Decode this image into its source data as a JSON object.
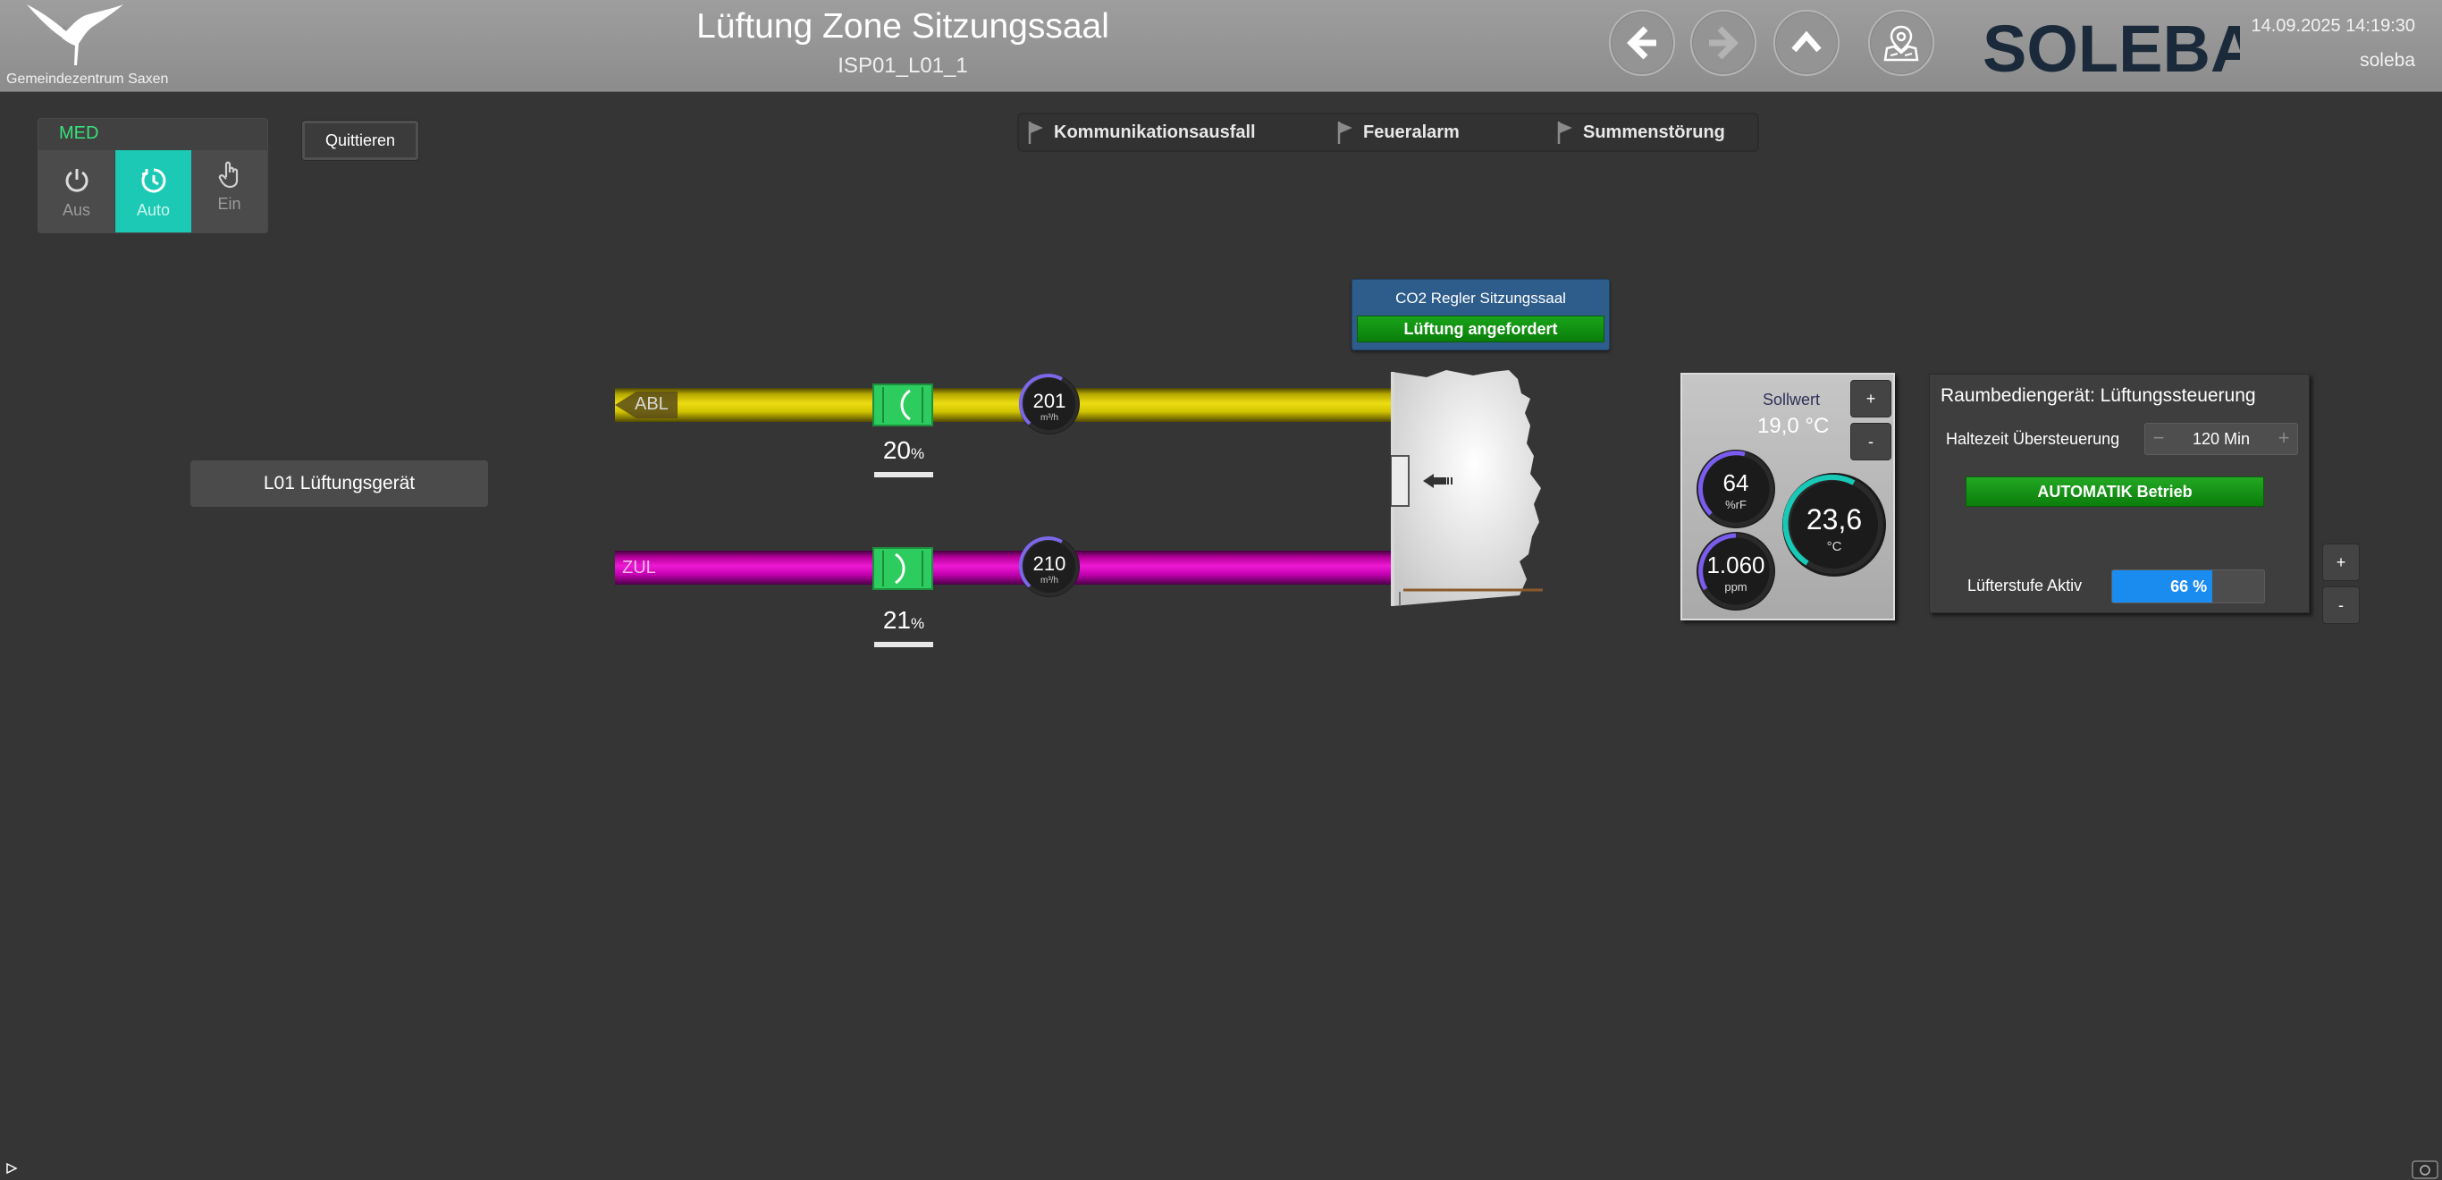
{
  "header": {
    "site_name": "Gemeindezentrum Saxen",
    "title": "Lüftung Zone Sitzungssaal",
    "subtitle": "ISP01_L01_1",
    "brand": "SOLEBA",
    "datetime": "14.09.2025 14:19:30",
    "user": "soleba",
    "nav_icons": [
      "arrow-left-icon",
      "arrow-right-icon",
      "chevron-up-icon",
      "map-pin-icon"
    ]
  },
  "mode_panel": {
    "label": "MED",
    "label_color": "#37e27c",
    "active": "Auto",
    "buttons": [
      {
        "label": "Aus",
        "icon": "power-icon"
      },
      {
        "label": "Auto",
        "icon": "auto-clock-icon"
      },
      {
        "label": "Ein",
        "icon": "hand-icon"
      }
    ]
  },
  "quit_button": "Quittieren",
  "alarms": [
    "Kommunikationsausfall",
    "Feueralarm",
    "Summenstörung"
  ],
  "device_button": "L01 Lüftungsgerät",
  "ducts": {
    "abl": {
      "label": "ABL",
      "color": "#ecdc12",
      "damper_value": "20",
      "damper_unit": "%",
      "flow_value": "201",
      "flow_unit": "m³/h"
    },
    "zul": {
      "label": "ZUL",
      "color": "#ee1ad4",
      "damper_value": "21",
      "damper_unit": "%",
      "flow_value": "210",
      "flow_unit": "m³/h"
    }
  },
  "co2_controller": {
    "title": "CO2 Regler Sitzungssaal",
    "status": "Lüftung angefordert"
  },
  "setpoint_panel": {
    "label": "Sollwert",
    "value": "19,0 °C",
    "plus": "+",
    "minus": "-",
    "humidity": {
      "value": "64",
      "unit": "%rF"
    },
    "co2": {
      "value": "1.060",
      "unit": "ppm"
    },
    "temperature": {
      "value": "23,6",
      "unit": "°C"
    }
  },
  "room_panel": {
    "title": "Raumbediengerät: Lüftungssteuerung",
    "hold_label": "Haltezeit Übersteuerung",
    "hold_value": "120 Min",
    "hold_minus": "−",
    "hold_plus": "+",
    "mode_button": "AUTOMATIK Betrieb",
    "fan_label": "Lüfterstufe Aktiv",
    "fan_percent": 66,
    "fan_text": "66 %"
  },
  "side_buttons": {
    "plus": "+",
    "minus": "-"
  }
}
